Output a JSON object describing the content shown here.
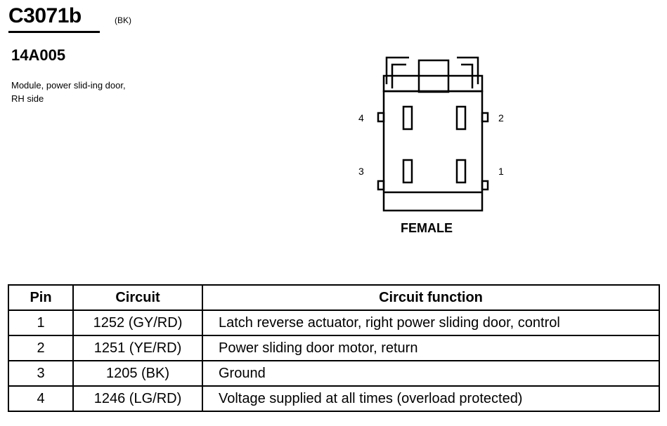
{
  "header": {
    "connector_id": "C3071b",
    "color_code": "(BK)",
    "part_number": "14A005",
    "description": "Module, power slid-ing door, RH side"
  },
  "connector": {
    "pin_labels": [
      "4",
      "2",
      "3",
      "1"
    ],
    "gender_label": "FEMALE"
  },
  "table": {
    "headers": [
      "Pin",
      "Circuit",
      "Circuit function"
    ],
    "rows": [
      {
        "pin": "1",
        "circuit": "1252 (GY/RD)",
        "function": "Latch reverse actuator, right power sliding door, control"
      },
      {
        "pin": "2",
        "circuit": "1251 (YE/RD)",
        "function": "Power sliding door motor, return"
      },
      {
        "pin": "3",
        "circuit": "1205 (BK)",
        "function": "Ground"
      },
      {
        "pin": "4",
        "circuit": "1246 (LG/RD)",
        "function": "Voltage supplied at all times (overload protected)"
      }
    ]
  }
}
